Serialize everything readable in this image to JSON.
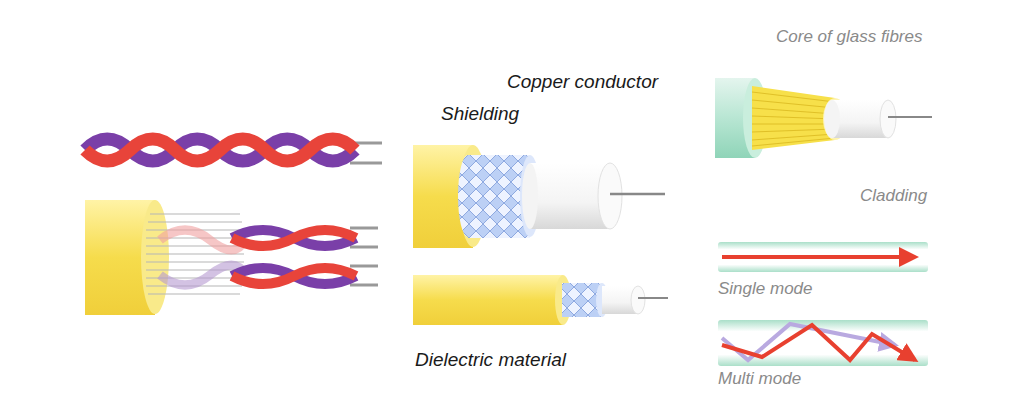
{
  "diagram": {
    "labels": [
      "Copper conductor",
      "Shielding",
      "Core of glass fibres",
      "Cladding",
      "Single mode",
      "Dielectric material",
      "Multi mode"
    ]
  }
}
